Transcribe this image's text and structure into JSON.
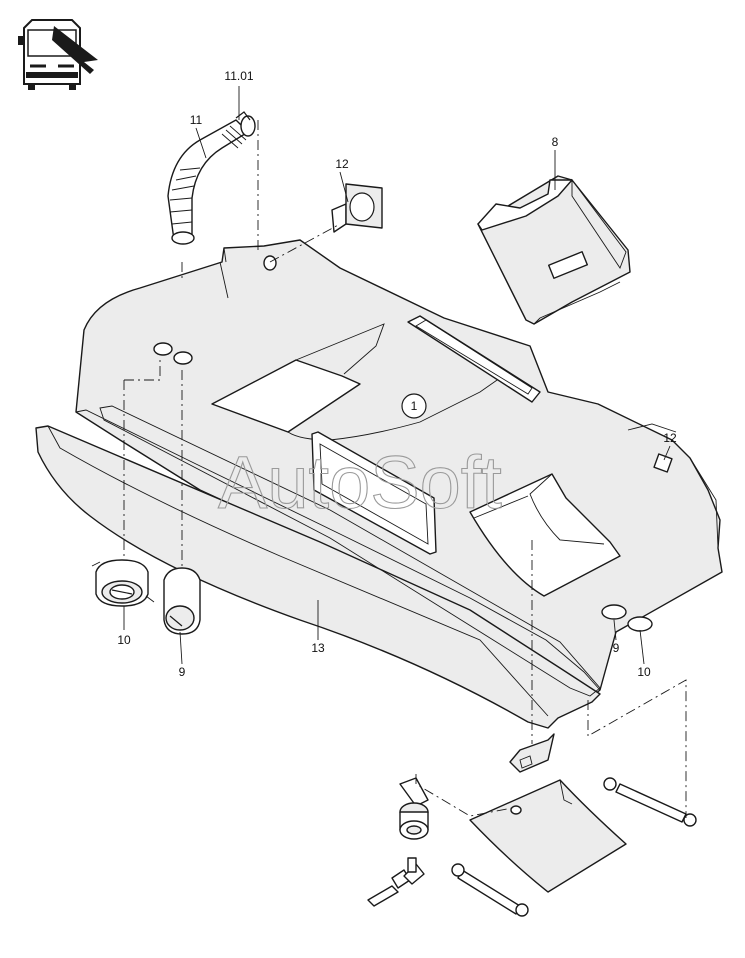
{
  "watermark": "AutoSoft",
  "labels": {
    "l1101": "11.01",
    "l11": "11",
    "l12a": "12",
    "l8": "8",
    "l1": "1",
    "l12b": "12",
    "l10a": "10",
    "l9a": "9",
    "l13": "13",
    "l9b": "9",
    "l10b": "10"
  },
  "icons": {
    "vehicle": "bus-front-icon"
  }
}
